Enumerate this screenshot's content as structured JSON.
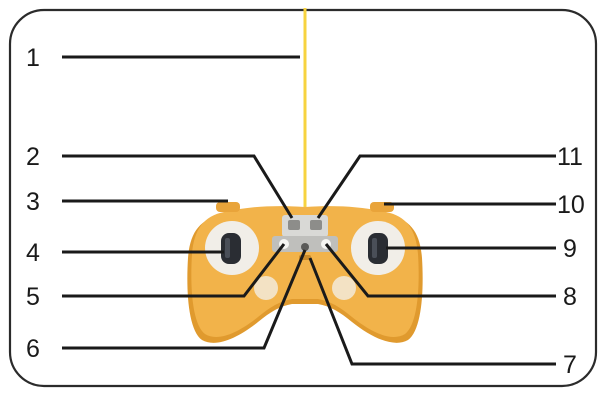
{
  "diagram": {
    "callouts": {
      "c1": "1",
      "c2": "2",
      "c3": "3",
      "c4": "4",
      "c5": "5",
      "c6": "6",
      "c7": "7",
      "c8": "8",
      "c9": "9",
      "c10": "10",
      "c11": "11"
    }
  },
  "colors": {
    "frame": "#2b2b2b",
    "controller_body": "#f2b34a",
    "controller_shade": "#e09a2e",
    "antenna": "#f7d33f",
    "stick_base": "#f1eee8",
    "stick_knob": "#2a2d33",
    "switch_panel": "#d9d9d6",
    "leader": "#1a1a1a"
  }
}
